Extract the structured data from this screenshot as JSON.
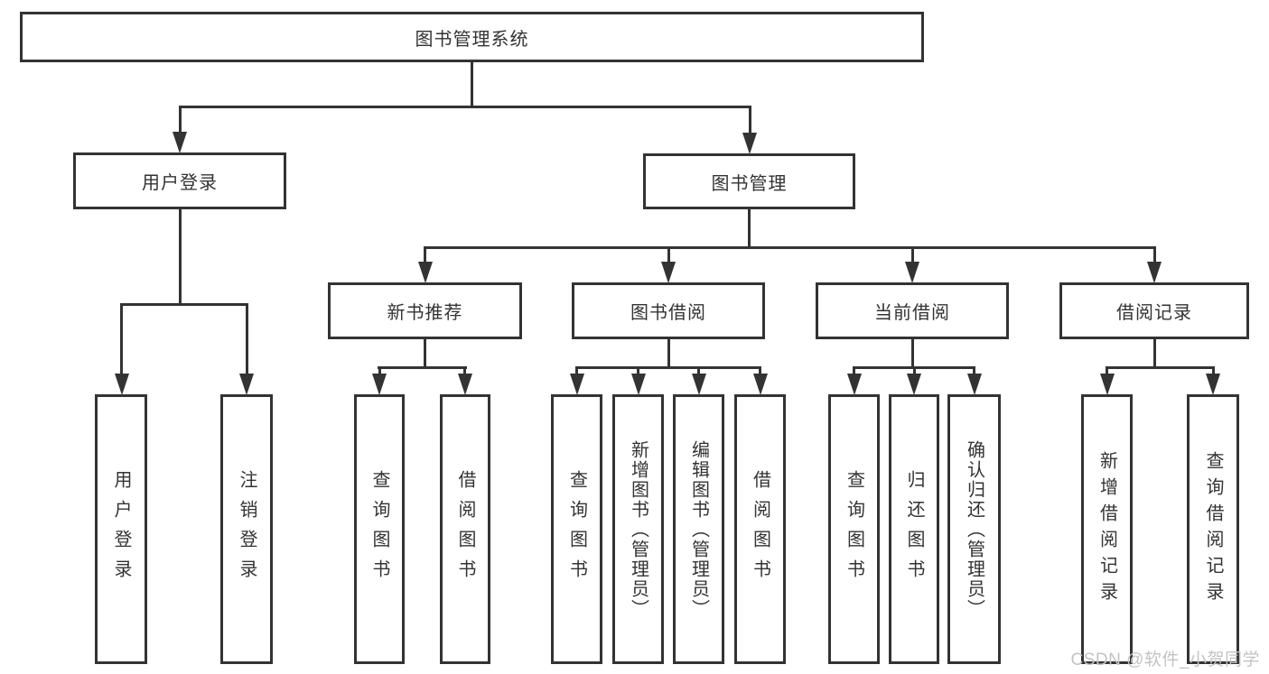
{
  "diagram_type": "hierarchy-tree",
  "tree": {
    "label": "图书管理系统",
    "children": [
      {
        "label": "用户登录",
        "children": [
          {
            "label": "用户登录"
          },
          {
            "label": "注销登录"
          }
        ]
      },
      {
        "label": "图书管理",
        "children": [
          {
            "label": "新书推荐",
            "children": [
              {
                "label": "查询图书"
              },
              {
                "label": "借阅图书"
              }
            ]
          },
          {
            "label": "图书借阅",
            "children": [
              {
                "label": "查询图书"
              },
              {
                "label": "新增图书（管理员）"
              },
              {
                "label": "编辑图书（管理员）"
              },
              {
                "label": "借阅图书"
              }
            ]
          },
          {
            "label": "当前借阅",
            "children": [
              {
                "label": "查询图书"
              },
              {
                "label": "归还图书"
              },
              {
                "label": "确认归还（管理员）"
              }
            ]
          },
          {
            "label": "借阅记录",
            "children": [
              {
                "label": "新增借阅记录"
              },
              {
                "label": "查询借阅记录"
              }
            ]
          }
        ]
      }
    ]
  },
  "watermark": {
    "text": "CSDN @软件_小贺同学",
    "color": "#c3c3c3"
  },
  "colors": {
    "line": "#333333",
    "text": "#333333",
    "background": "#ffffff"
  }
}
